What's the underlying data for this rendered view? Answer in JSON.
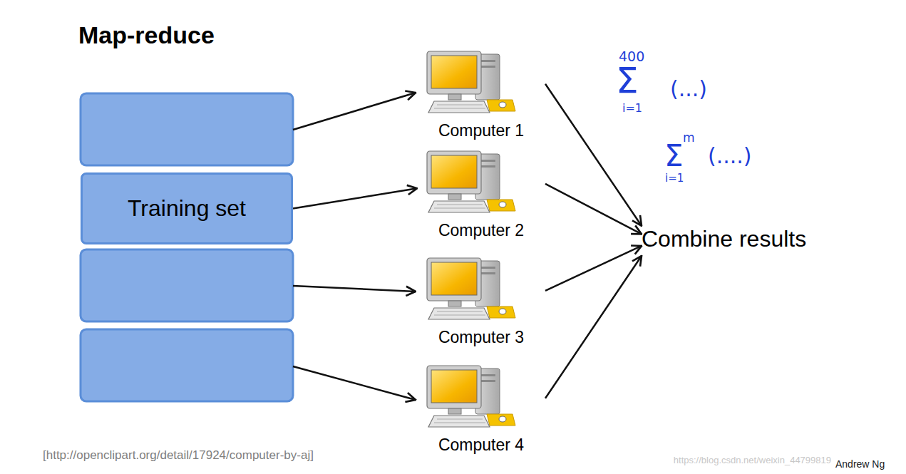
{
  "diagram": {
    "title": "Map-reduce",
    "nodes": [
      {
        "text": [
          "Training set"
        ]
      },
      {
        "text": [
          "Computer 1"
        ]
      },
      {
        "text": [
          "Computer 2"
        ]
      },
      {
        "text": [
          "Computer 3"
        ]
      },
      {
        "text": [
          "Computer 4"
        ]
      },
      {
        "text": [
          "Combine results"
        ]
      }
    ],
    "edges": [
      {
        "from": 0,
        "to": 2,
        "arrow": "to"
      },
      {
        "from": 1,
        "to": 5,
        "arrow": "to"
      },
      {
        "from": 2,
        "to": 5,
        "arrow": "to"
      },
      {
        "from": 3,
        "to": 5,
        "arrow": "to"
      },
      {
        "from": 4,
        "to": 5,
        "arrow": "to"
      }
    ],
    "labels": [
      "400",
      "Σ",
      "i=1",
      "(...)",
      "m",
      "Σ",
      "i=1",
      "(....)",
      "[http://openclipart.org/detail/17924/computer-by-aj]",
      "Andrew Ng",
      "https://blog.csdn.net/weixin_44799819"
    ]
  }
}
